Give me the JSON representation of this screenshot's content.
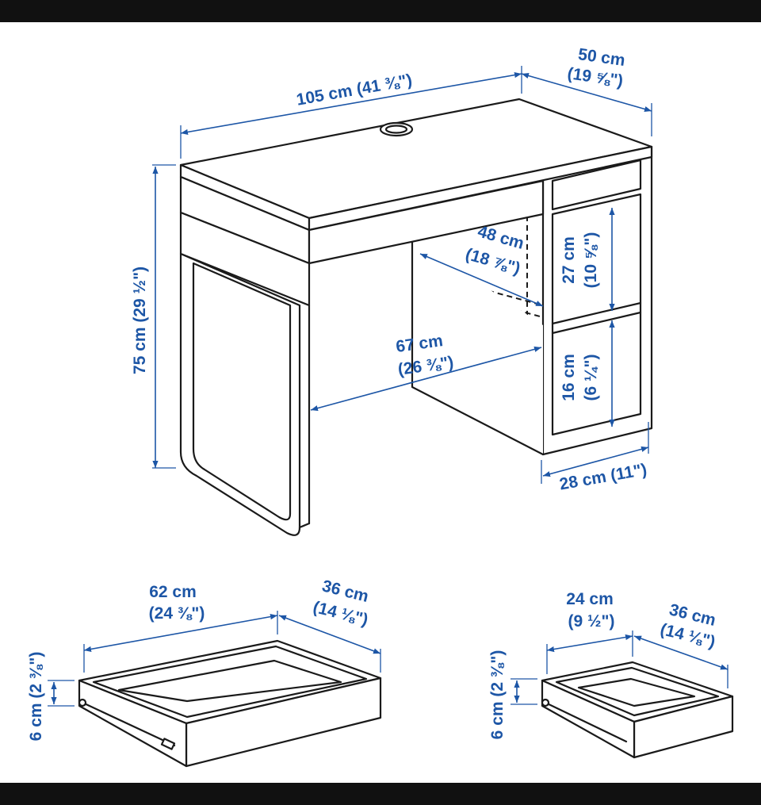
{
  "accent_color": "#1d56a6",
  "line_color": "#1a1a1a",
  "desk": {
    "width": {
      "line1": "105 cm (41 ⅜\")"
    },
    "depth": {
      "line1": "50 cm",
      "line2": "(19 ⅝\")"
    },
    "height": {
      "line1": "75 cm (29 ½\")"
    },
    "inner_depth": {
      "line1": "48 cm",
      "line2": "(18 ⅞\")"
    },
    "knee_width": {
      "line1": "67 cm",
      "line2": "(26 ⅜\")"
    },
    "upper_shelf_height": {
      "line1": "27 cm",
      "line2": "(10 ⅝\")"
    },
    "lower_shelf_height": {
      "line1": "16 cm",
      "line2": "(6 ¼\")"
    },
    "cabinet_width": {
      "line1": "28 cm (11\")"
    }
  },
  "large_drawer": {
    "width": {
      "line1": "62 cm",
      "line2": "(24 ⅜\")"
    },
    "depth": {
      "line1": "36 cm",
      "line2": "(14 ⅛\")"
    },
    "height": {
      "line1": "6 cm (2 ⅜\")"
    }
  },
  "small_drawer": {
    "width": {
      "line1": "24 cm",
      "line2": "(9 ½\")"
    },
    "depth": {
      "line1": "36 cm",
      "line2": "(14 ⅛\")"
    },
    "height": {
      "line1": "6 cm (2 ⅜\")"
    }
  }
}
